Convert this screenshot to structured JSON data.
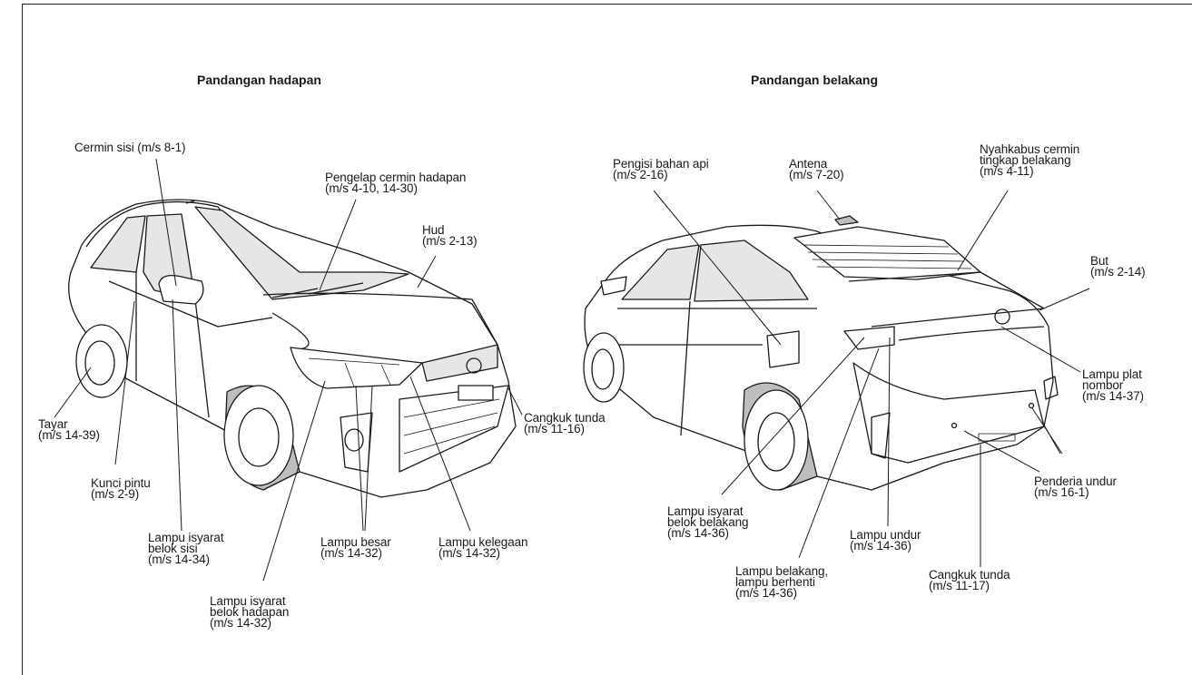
{
  "headings": {
    "front": "Pandangan hadapan",
    "rear": "Pandangan belakang"
  },
  "front_labels": {
    "side_mirror": "Cermin sisi (m/s 8-1)",
    "wiper": "Pengelap cermin hadapan\n(m/s 4-10, 14-30)",
    "hood": "Hud\n(m/s 2-13)",
    "tire": "Tayar\n(m/s 14-39)",
    "door_lock": "Kunci pintu\n(m/s 2-9)",
    "side_turn": "Lampu isyarat\nbelok sisi\n(m/s 14-34)",
    "front_turn": "Lampu isyarat\nbelok hadapan\n(m/s 14-32)",
    "headlamp": "Lampu besar\n(m/s 14-32)",
    "clearance": "Lampu kelegaan\n(m/s 14-32)",
    "tow_hook_front": "Cangkuk tunda\n(m/s 11-16)"
  },
  "rear_labels": {
    "fuel": "Pengisi bahan api\n(m/s 2-16)",
    "antenna": "Antena\n(m/s 7-20)",
    "defogger": "Nyahkabus cermin\ntingkap belakang\n(m/s 4-11)",
    "trunk": "But\n(m/s 2-14)",
    "plate_lamp": "Lampu plat\nnombor\n(m/s 14-37)",
    "sensor": "Penderia undur\n(m/s 16-1)",
    "rear_turn": "Lampu isyarat\nbelok belakang\n(m/s 14-36)",
    "reverse": "Lampu undur\n(m/s 14-36)",
    "tail_stop": "Lampu belakang,\nlampu berhenti\n(m/s 14-36)",
    "tow_hook_rear": "Cangkuk tunda\n(m/s 11-17)"
  }
}
